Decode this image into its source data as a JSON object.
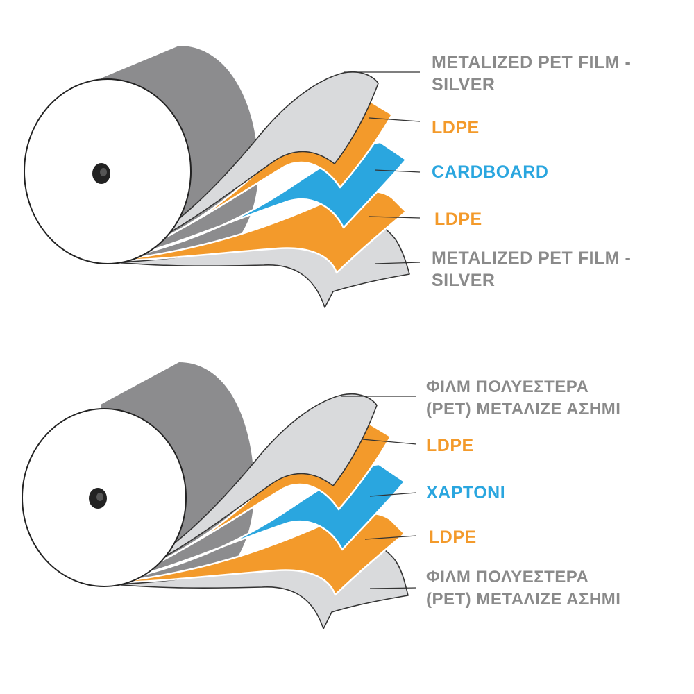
{
  "colors": {
    "roll_side": "#8c8c8e",
    "roll_face": "#ffffff",
    "metalized_film": "#d9dadc",
    "ldpe": "#f39a2b",
    "cardboard": "#2aa6df",
    "label_gray": "#8a8a8a",
    "label_orange": "#f39a2b",
    "label_blue": "#2aa6df"
  },
  "diagram_en": {
    "layers": [
      {
        "lines": [
          "METALIZED PET FILM -",
          "SILVER"
        ],
        "material": "metalized-film"
      },
      {
        "lines": [
          "LDPE"
        ],
        "material": "ldpe"
      },
      {
        "lines": [
          "CARDBOARD"
        ],
        "material": "cardboard"
      },
      {
        "lines": [
          "LDPE"
        ],
        "material": "ldpe"
      },
      {
        "lines": [
          "METALIZED PET FILM -",
          "SILVER"
        ],
        "material": "metalized-film"
      }
    ]
  },
  "diagram_gr": {
    "layers": [
      {
        "lines": [
          "ΦΙΛΜ ΠΟΛΥΕΣΤΕΡΑ",
          "(PET) ΜΕΤΑΛΙΖΕ ΑΣΗΜΙ"
        ],
        "material": "metalized-film"
      },
      {
        "lines": [
          "LDPE"
        ],
        "material": "ldpe"
      },
      {
        "lines": [
          "ΧΑΡΤΟΝΙ"
        ],
        "material": "cardboard"
      },
      {
        "lines": [
          "LDPE"
        ],
        "material": "ldpe"
      },
      {
        "lines": [
          "ΦΙΛΜ ΠΟΛΥΕΣΤΕΡΑ",
          "(PET) ΜΕΤΑΛΙΖΕ ΑΣΗΜΙ"
        ],
        "material": "metalized-film"
      }
    ]
  }
}
